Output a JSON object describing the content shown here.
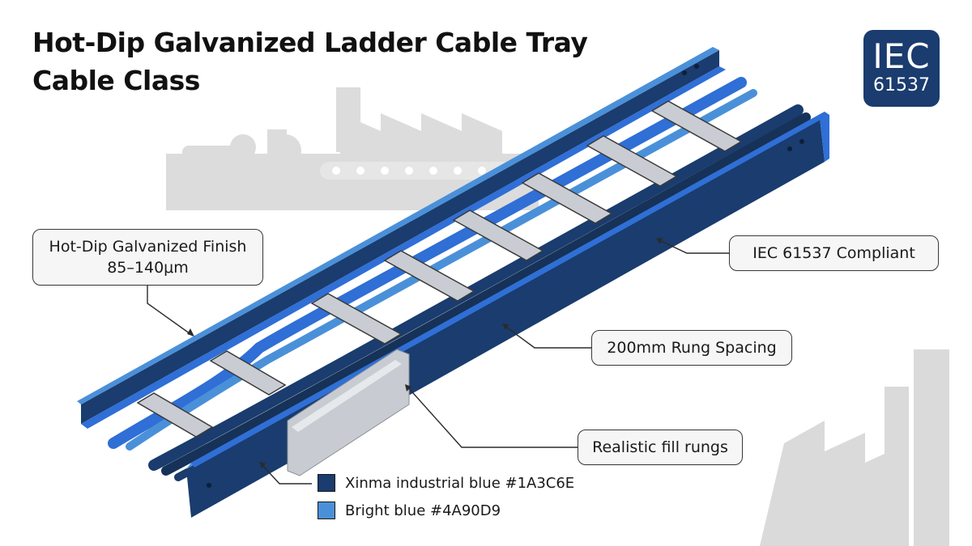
{
  "header": {
    "title_line1": "Hot-Dip Galvanized Ladder Cable Tray",
    "title_line2": "Cable Class"
  },
  "badge": {
    "line1": "IEC",
    "line2": "61537"
  },
  "callouts": {
    "finish_line1": "Hot-Dip Galvanized Finish",
    "finish_line2": "85–140μm",
    "compliance": "IEC 61537 Compliant",
    "rung_spacing": "200mm Rung Spacing",
    "fill_rungs": "Realistic fill rungs"
  },
  "legend": {
    "items": [
      {
        "label": "Xinma industrial blue #1A3C6E",
        "color": "#1A3C6E"
      },
      {
        "label": "Bright blue #4A90D9",
        "color": "#4A90D9"
      }
    ]
  },
  "colors": {
    "industrial_blue": "#1A3C6E",
    "bright_blue": "#4A90D9",
    "tray_blue": "#2f6fd6",
    "rung_gray": "#c9cdd3",
    "background_silhouette": "#dcdcdc"
  },
  "icons": {
    "factory_left": "factory-silhouette-icon",
    "factory_right": "factory-silhouette-icon"
  }
}
